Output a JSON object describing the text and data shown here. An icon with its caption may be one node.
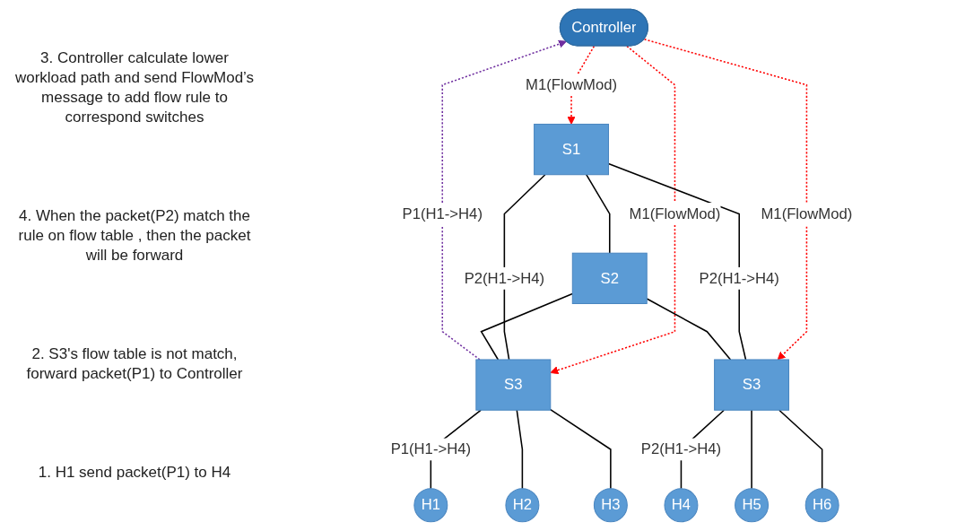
{
  "diagram": {
    "nodes": [
      {
        "text": [
          "Controller"
        ]
      },
      {
        "text": [
          "S1"
        ]
      },
      {
        "text": [
          "S2"
        ]
      },
      {
        "text": [
          "S3"
        ]
      },
      {
        "text": [
          "S3"
        ]
      },
      {
        "text": [
          "H1"
        ]
      },
      {
        "text": [
          "H2"
        ]
      },
      {
        "text": [
          "H3"
        ]
      },
      {
        "text": [
          "H4"
        ]
      },
      {
        "text": [
          "H5"
        ]
      },
      {
        "text": [
          "H6"
        ]
      }
    ],
    "edges": [
      {
        "from": 0,
        "to": 1,
        "arrow": "to",
        "label": "M1(FlowMod)",
        "style": "dashed",
        "color": "#ff0000"
      },
      {
        "from": 0,
        "to": 3,
        "arrow": "to",
        "label": "M1(FlowMod)",
        "style": "dashed",
        "color": "#ff0000"
      },
      {
        "from": 0,
        "to": 4,
        "arrow": "to",
        "label": "M1(FlowMod)",
        "style": "dashed",
        "color": "#ff0000"
      },
      {
        "from": 3,
        "to": 0,
        "arrow": "to",
        "label": "P1(H1->H4)",
        "style": "dashed",
        "color": "#7030a0"
      },
      {
        "from": 1,
        "to": 2,
        "arrow": "none"
      },
      {
        "from": 1,
        "to": 3,
        "arrow": "none",
        "label": "P2(H1->H4)"
      },
      {
        "from": 1,
        "to": 4,
        "arrow": "none",
        "label": "P2(H1->H4)"
      },
      {
        "from": 2,
        "to": 3,
        "arrow": "none"
      },
      {
        "from": 2,
        "to": 4,
        "arrow": "none"
      },
      {
        "from": 3,
        "to": 5,
        "arrow": "none",
        "label": "P1(H1->H4)"
      },
      {
        "from": 3,
        "to": 6,
        "arrow": "none"
      },
      {
        "from": 3,
        "to": 7,
        "arrow": "none"
      },
      {
        "from": 4,
        "to": 8,
        "arrow": "none",
        "label": "P2(H1->H4)"
      },
      {
        "from": 4,
        "to": 9,
        "arrow": "none"
      },
      {
        "from": 4,
        "to": 10,
        "arrow": "none"
      }
    ],
    "labels": [
      "3. Controller calculate lower workload path and send FlowMod’s message to add flow rule to correspond switches",
      "4. When the packet(P2) match the rule on flow table , then the packet will be forward",
      "2. S3's flow table is not match, forward packet(P1) to Controller",
      "1. H1 send packet(P1) to H4"
    ]
  }
}
